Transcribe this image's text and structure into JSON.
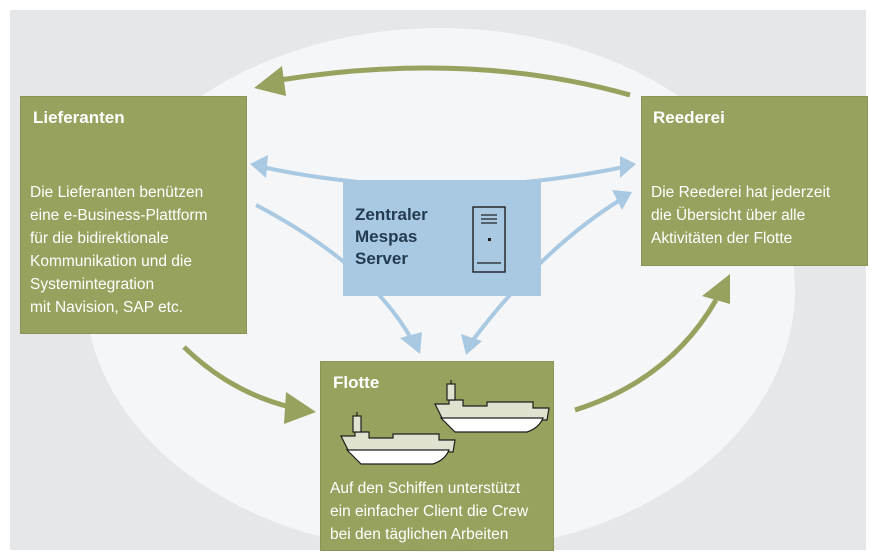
{
  "lieferanten": {
    "title": "Lieferanten",
    "description": "Die Lieferanten benützen\neine e-Business-Plattform\nfür die bidirektionale\nKommunikation und die\nSystemintegration\nmit Navision, SAP etc."
  },
  "reederei": {
    "title": "Reederei",
    "description": "Die Reederei hat jederzeit\ndie Übersicht über alle\nAktivitäten der Flotte"
  },
  "flotte": {
    "title": "Flotte",
    "description": "Auf den Schiffen unterstützt\nein einfacher Client die Crew\nbei den täglichen Arbeiten"
  },
  "server": {
    "label": "Zentraler\nMespas\nServer"
  },
  "colors": {
    "background": "#e6e7e8",
    "ellipse": "#f5f6f7",
    "box_fill": "#97a25f",
    "green_arrow": "#97a25f",
    "blue_arrow": "#a9c9e3",
    "server_fill": "#a9c9e3",
    "icon_stroke": "#1e1e1e"
  }
}
